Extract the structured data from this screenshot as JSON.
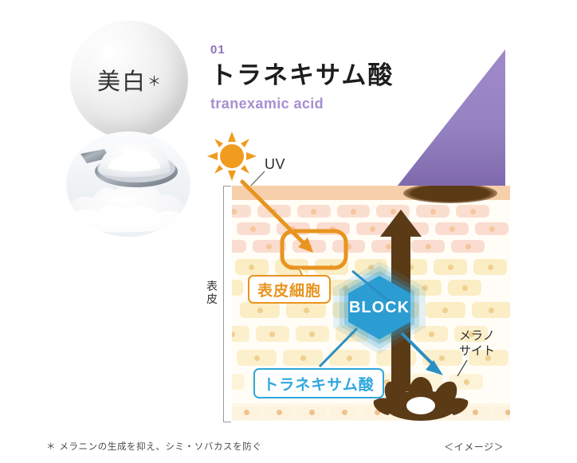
{
  "heading": {
    "number": "01",
    "title_ja": "トラネキサム酸",
    "title_en": "tranexamic acid",
    "number_color": "#8c73bd",
    "en_color": "#a58fd0"
  },
  "sphere": {
    "label": "美白",
    "asterisk": "＊"
  },
  "photo": {
    "caption": "white-powder-on-spoon-photo"
  },
  "diagram": {
    "sun_label": "UV",
    "epidermis_label": "表皮",
    "callout_cell": "表皮細胞",
    "callout_ingredient": "トラネキサム酸",
    "block_label": "BLOCK",
    "melanocyte_label": "メラノ\nサイト",
    "melanocyte_label_line1": "メラノ",
    "melanocyte_label_line2": "サイト",
    "colors": {
      "sun": "#ef9c1f",
      "uv_arrow": "#e8941f",
      "cell_outline": "#e8941f",
      "ingredient": "#2fa8dd",
      "block_hex": "#2b9dd2",
      "melanocyte": "#5b3a16",
      "corneum": "#f6d0ab",
      "upper_cell": "#fadfd0",
      "lower_cell": "#fbedc4",
      "wedge": "#8f7ab8"
    }
  },
  "footnotes": {
    "asterisk_note": "＊ メラニンの生成を抑え、シミ・ソバカスを防ぐ",
    "image_note": "＜イメージ＞"
  }
}
